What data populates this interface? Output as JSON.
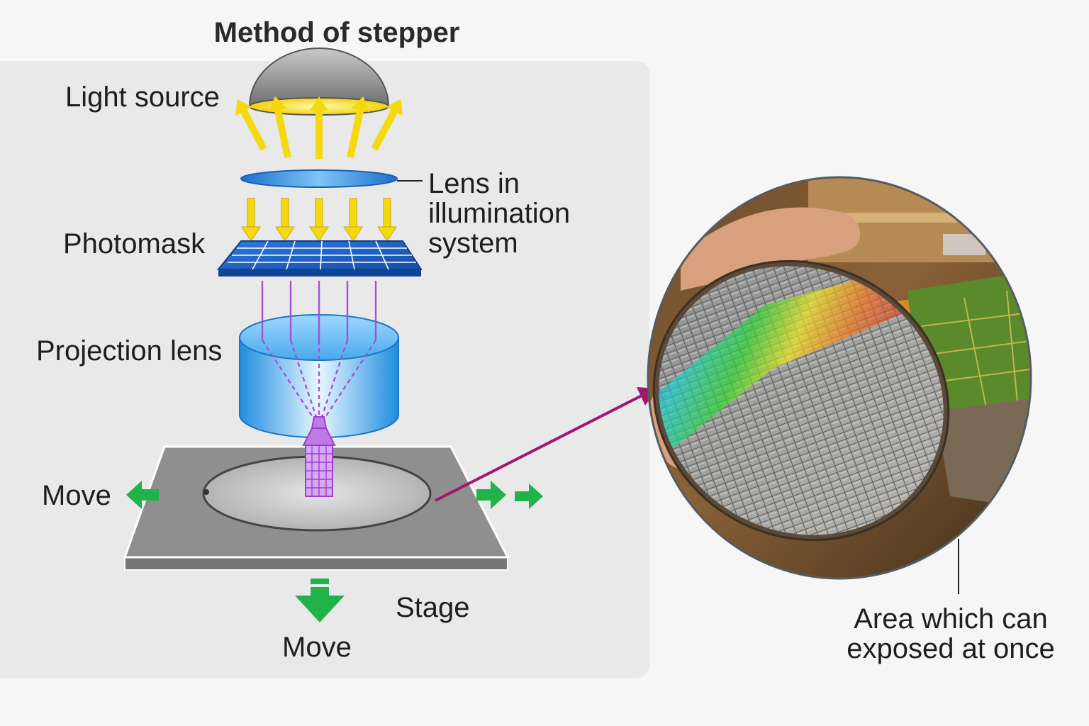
{
  "diagram": {
    "title": "Method of stepper",
    "labels": {
      "light_source": "Light source",
      "lens_in_illumination": [
        "Lens in",
        "illumination",
        "system"
      ],
      "photomask": "Photomask",
      "projection_lens": "Projection lens",
      "move_left": "Move",
      "stage": "Stage",
      "move_down": "Move",
      "exposure_area": [
        "Area which can",
        "exposed at once"
      ]
    },
    "colors": {
      "light_rays": "#f5d90f",
      "photomask": "#1f63c8",
      "projection_beam": "#a64fd8",
      "move_arrows": "#22b24c",
      "pointer_arrow": "#a0186c",
      "stage": "#8f8f8f"
    },
    "icons": [
      "arrow-left-icon",
      "arrow-right-icon",
      "arrow-down-icon"
    ]
  }
}
